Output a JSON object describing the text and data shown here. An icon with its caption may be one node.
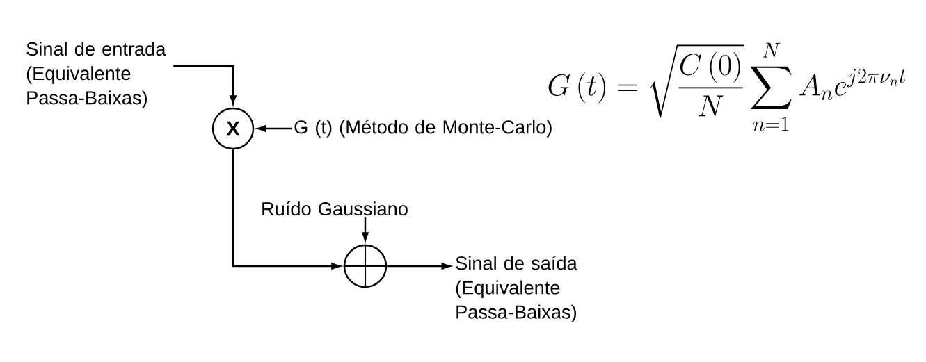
{
  "diagram": {
    "nodes": [
      {
        "text": [
          "Sinal de entrada (Equivalente Passa-Baixas)"
        ]
      },
      {
        "text": [
          "X"
        ]
      },
      {
        "text": [
          "G (t) (Método de Monte-Carlo)"
        ]
      },
      {
        "text": [
          "Ruído Gaussiano"
        ]
      },
      {
        "text": [],
        "shape": "circle"
      },
      {
        "text": [
          "Sinal de saída (Equivalente Passa-Baixas)"
        ]
      }
    ],
    "edges": [
      {
        "from": 0,
        "to": 1,
        "arrow": "to"
      },
      {
        "from": 2,
        "to": 1,
        "arrow": "to"
      },
      {
        "from": 1,
        "to": 4,
        "arrow": "to"
      },
      {
        "from": 3,
        "to": 4,
        "arrow": "to"
      },
      {
        "from": 4,
        "to": 5,
        "arrow": "to"
      }
    ],
    "labels": [
      "G\\,(t) = \\sqrt{\\frac{C\\,(0)}{N}}\\sum_{n=1}^{N} A_n e^{j2\\pi\\nu_n t}"
    ]
  }
}
